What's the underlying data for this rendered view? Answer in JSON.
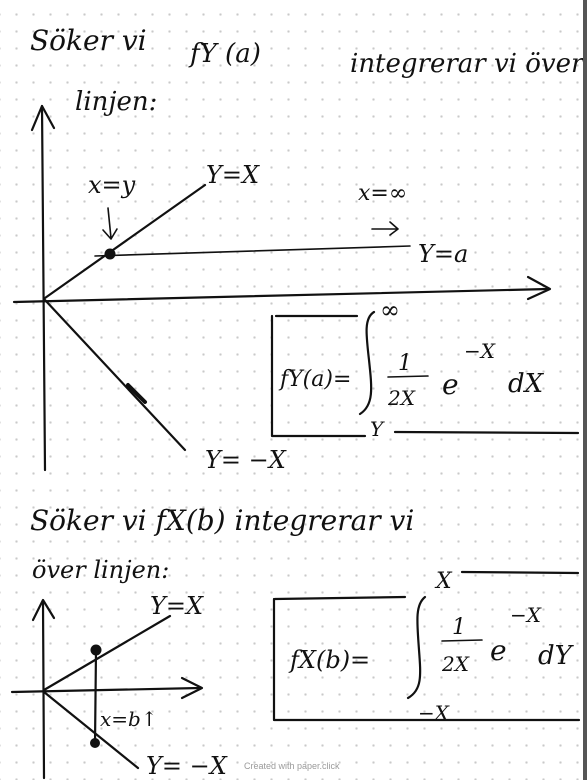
{
  "section1": {
    "heading_line1": "Söker vi  f",
    "fy_label": "fY (a)",
    "heading_rest": "integrerar vi över",
    "heading_line2": "linjen:",
    "graph": {
      "label_xy": "x=y",
      "label_y_eq_x": "Y=X",
      "label_x_inf": "x=∞",
      "label_y_eq_a": "Y=a",
      "label_y_eq_neg_x": "Y= −X"
    },
    "formula": {
      "lhs": "fY(a)=",
      "upper": "∞",
      "lower": "Y",
      "numerator": "1",
      "denominator": "2X",
      "exp_base": "e",
      "exponent": "−X",
      "differential": "dX"
    }
  },
  "section2": {
    "heading_line1": "Söker vi  fX(b)  integrerar vi",
    "heading_line2": "över linjen:",
    "graph": {
      "label_y_eq_x": "Y=X",
      "label_x_eq_b": "x=b↑",
      "label_y_eq_neg_x": "Y= −X"
    },
    "formula": {
      "lhs": "fX(b)=",
      "upper": "X",
      "lower": "−X",
      "numerator": "1",
      "denominator": "2X",
      "exp_base": "e",
      "exponent": "−X",
      "differential": "dY"
    }
  },
  "footer": "Created with paper.click"
}
